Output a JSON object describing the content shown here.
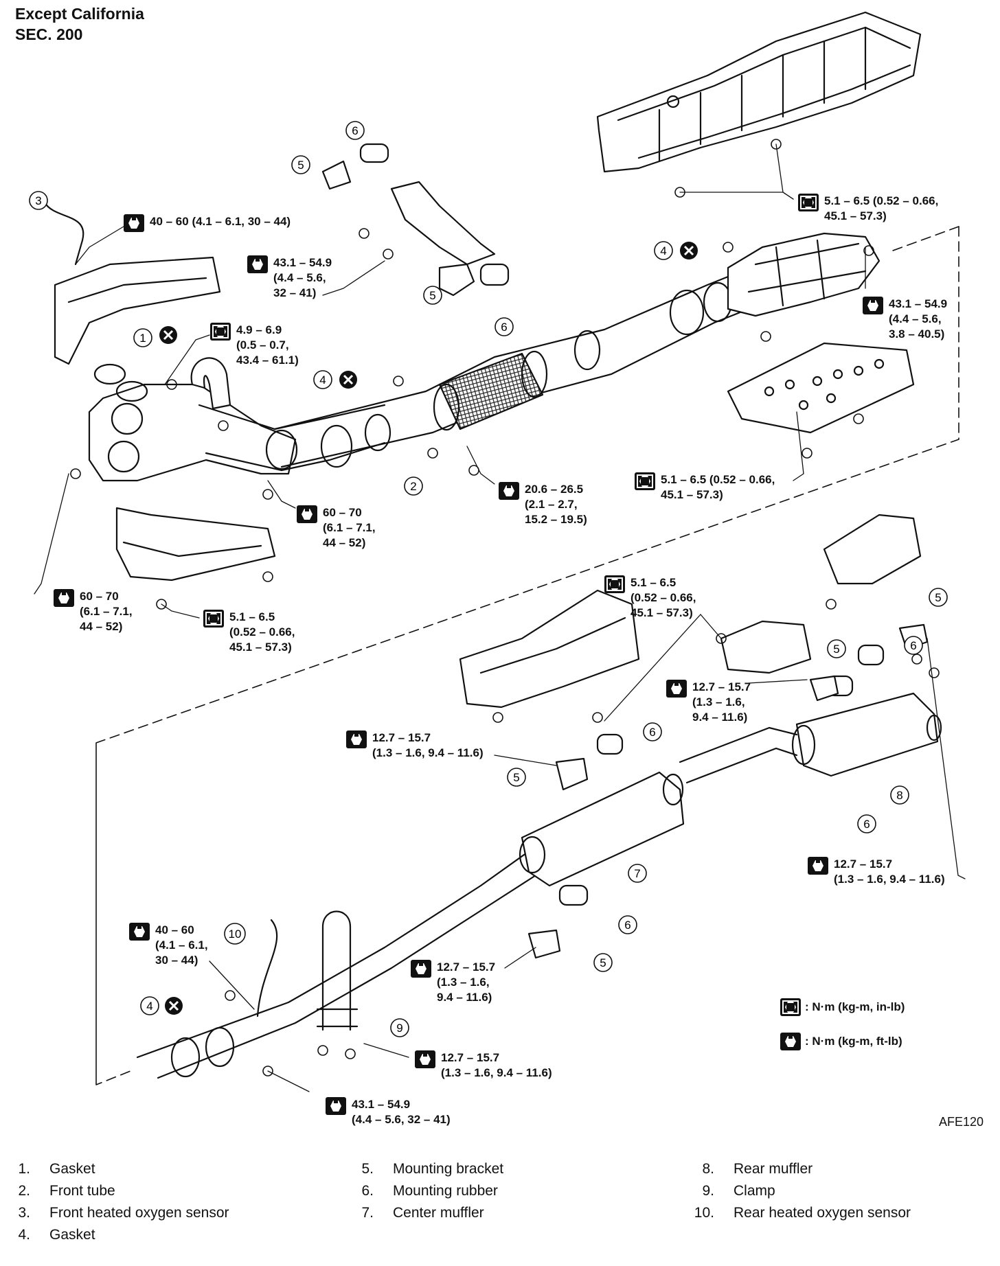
{
  "header": {
    "line1": "Except California",
    "line2": "SEC. 200"
  },
  "torque_callouts": [
    {
      "id": "t1",
      "wrench": "lb",
      "lines": [
        "40 – 60 (4.1 – 6.1, 30 – 44)"
      ]
    },
    {
      "id": "t2",
      "wrench": "lb",
      "lines": [
        "43.1 – 54.9",
        "(4.4 – 5.6,",
        "32 – 41)"
      ]
    },
    {
      "id": "t3",
      "wrench": "in",
      "lines": [
        "4.9 – 6.9",
        "(0.5 – 0.7,",
        "43.4 – 61.1)"
      ]
    },
    {
      "id": "t4",
      "wrench": "in",
      "lines": [
        "5.1 – 6.5 (0.52 – 0.66,",
        "45.1 – 57.3)"
      ]
    },
    {
      "id": "t5",
      "wrench": "lb",
      "lines": [
        "43.1 – 54.9",
        "(4.4 – 5.6,",
        "3.8 – 40.5)"
      ]
    },
    {
      "id": "t6",
      "wrench": "in",
      "lines": [
        "5.1 – 6.5 (0.52 – 0.66,",
        "45.1 – 57.3)"
      ]
    },
    {
      "id": "t7",
      "wrench": "lb",
      "lines": [
        "20.6 – 26.5",
        "(2.1 – 2.7,",
        "15.2 – 19.5)"
      ]
    },
    {
      "id": "t8",
      "wrench": "lb",
      "lines": [
        "60 – 70",
        "(6.1 – 7.1,",
        "44 – 52)"
      ]
    },
    {
      "id": "t9",
      "wrench": "lb",
      "lines": [
        "60 – 70",
        "(6.1 – 7.1,",
        "44 – 52)"
      ]
    },
    {
      "id": "t10",
      "wrench": "in",
      "lines": [
        "5.1 – 6.5",
        "(0.52 – 0.66,",
        "45.1 – 57.3)"
      ]
    },
    {
      "id": "t11",
      "wrench": "in",
      "lines": [
        "5.1 – 6.5",
        "(0.52 – 0.66,",
        "45.1 – 57.3)"
      ]
    },
    {
      "id": "t12",
      "wrench": "lb",
      "lines": [
        "12.7 – 15.7",
        "(1.3 – 1.6,",
        "9.4 – 11.6)"
      ]
    },
    {
      "id": "t13",
      "wrench": "lb",
      "lines": [
        "12.7 – 15.7",
        "(1.3 – 1.6, 9.4 – 11.6)"
      ]
    },
    {
      "id": "t14",
      "wrench": "lb",
      "lines": [
        "12.7 – 15.7",
        "(1.3 – 1.6, 9.4 – 11.6)"
      ]
    },
    {
      "id": "t15",
      "wrench": "lb",
      "lines": [
        "40 – 60",
        "(4.1 – 6.1,",
        "30 – 44)"
      ]
    },
    {
      "id": "t16",
      "wrench": "lb",
      "lines": [
        "12.7 – 15.7",
        "(1.3 – 1.6,",
        "9.4 – 11.6)"
      ]
    },
    {
      "id": "t17",
      "wrench": "lb",
      "lines": [
        "12.7 – 15.7",
        "(1.3 – 1.6, 9.4 – 11.6)"
      ]
    },
    {
      "id": "t18",
      "wrench": "lb",
      "lines": [
        "43.1 – 54.9",
        "(4.4 – 5.6, 32 – 41)"
      ]
    }
  ],
  "callout_numbers": [
    "1",
    "2",
    "3",
    "4",
    "5",
    "6",
    "7",
    "8",
    "9",
    "10"
  ],
  "units_legend": [
    {
      "wrench": "in",
      "text": ": N·m (kg-m, in-lb)"
    },
    {
      "wrench": "lb",
      "text": ": N·m (kg-m, ft-lb)"
    }
  ],
  "figure_code": "AFE120",
  "parts_list": [
    {
      "num": "1.",
      "name": "Gasket"
    },
    {
      "num": "2.",
      "name": "Front tube"
    },
    {
      "num": "3.",
      "name": "Front heated oxygen sensor"
    },
    {
      "num": "4.",
      "name": "Gasket"
    },
    {
      "num": "5.",
      "name": "Mounting bracket"
    },
    {
      "num": "6.",
      "name": "Mounting rubber"
    },
    {
      "num": "7.",
      "name": "Center muffler"
    },
    {
      "num": "8.",
      "name": "Rear muffler"
    },
    {
      "num": "9.",
      "name": "Clamp"
    },
    {
      "num": "10.",
      "name": "Rear heated oxygen sensor"
    }
  ]
}
